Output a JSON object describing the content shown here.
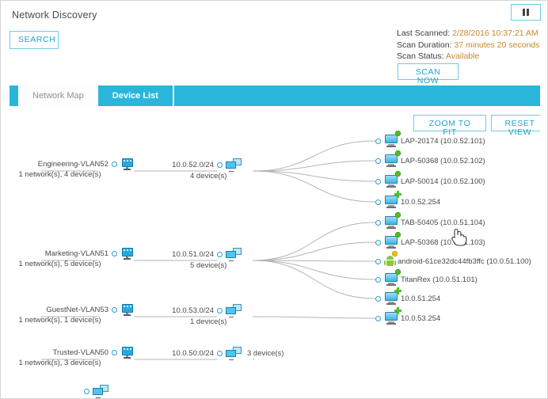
{
  "header": {
    "title": "Network Discovery",
    "search_label": "SEARCH",
    "pause_icon": "pause-icon"
  },
  "scan": {
    "last_scanned_label": "Last Scanned:",
    "last_scanned_value": "2/28/2016 10:37:21 AM",
    "duration_label": "Scan Duration:",
    "duration_value": "37 minutes 20 seconds",
    "status_label": "Scan Status:",
    "status_value": "Available",
    "scan_now_label": "SCAN NOW"
  },
  "tabs": [
    {
      "label": "Network Map",
      "active": true
    },
    {
      "label": "Device List",
      "active": false
    }
  ],
  "map_controls": {
    "zoom_to_fit_label": "ZOOM TO FIT",
    "reset_view_label": "RESET VIEW"
  },
  "colors": {
    "accent": "#29b6da",
    "accent_border": "#6fcbe4",
    "link_text": "#1fa5d0",
    "value_text": "#c8872b",
    "status_up": "#4fc11c",
    "status_warn": "#edc310",
    "edge": "#b5b5b5"
  },
  "groups": [
    {
      "name": "Engineering-VLAN52",
      "sub": "1 network(s), 4 device(s)",
      "icon": "switch-icon"
    },
    {
      "name": "Marketing-VLAN51",
      "sub": "1 network(s), 5 device(s)",
      "icon": "switch-icon"
    },
    {
      "name": "GuestNet-VLAN53",
      "sub": "1 network(s), 1 device(s)",
      "icon": "switch-icon"
    },
    {
      "name": "Trusted-VLAN50",
      "sub": "1 network(s), 3 device(s)",
      "icon": "switch-icon"
    }
  ],
  "subnets": [
    {
      "name": "10.0.52.0/24",
      "sub": "4 device(s)",
      "icon": "subnet-icon",
      "inline": false
    },
    {
      "name": "10.0.51.0/24",
      "sub": "5 device(s)",
      "icon": "subnet-icon",
      "inline": false
    },
    {
      "name": "10.0.53.0/24",
      "sub": "1 device(s)",
      "icon": "subnet-icon",
      "inline": false
    },
    {
      "name": "10.0.50.0/24",
      "sub": "3 device(s)",
      "icon": "subnet-icon",
      "inline": true
    }
  ],
  "devices": [
    {
      "label": "LAP-20174 (10.0.52.101)",
      "icon": "monitor-icon",
      "status": "up"
    },
    {
      "label": "LAP-50368 (10.0.52.102)",
      "icon": "monitor-icon",
      "status": "up"
    },
    {
      "label": "LAP-50014 (10.0.52.100)",
      "icon": "monitor-icon",
      "status": "up"
    },
    {
      "label": "10.0.52.254",
      "icon": "monitor-icon",
      "status": "plus"
    },
    {
      "label": "TAB-50405 (10.0.51.104)",
      "icon": "monitor-icon",
      "status": "up"
    },
    {
      "label": "LAP-50368 (10.0.51.103)",
      "icon": "monitor-icon",
      "status": "up"
    },
    {
      "label": "android-61ce32dc44fb3ffc (10.0.51.100)",
      "icon": "android-icon",
      "status": "warn"
    },
    {
      "label": "TitanRex (10.0.51.101)",
      "icon": "monitor-icon",
      "status": "up"
    },
    {
      "label": "10.0.51.254",
      "icon": "monitor-icon",
      "status": "plus"
    },
    {
      "label": "10.0.53.254",
      "icon": "monitor-icon",
      "status": "plus"
    }
  ]
}
